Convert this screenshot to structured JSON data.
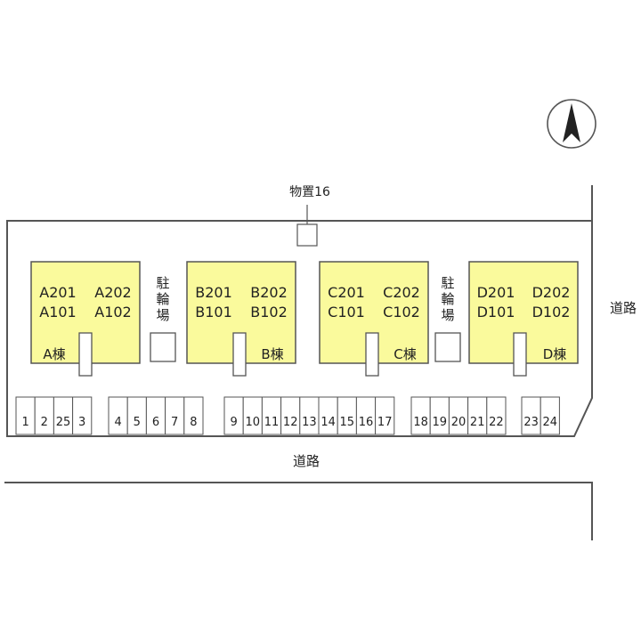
{
  "storage_label": "物置16",
  "road_right": "道路",
  "road_bottom": "道路",
  "bike_parking_label": "駐輪場",
  "colors": {
    "building_fill": "#fafa9c",
    "line": "#555555",
    "background": "#ffffff"
  },
  "buildings": [
    {
      "name": "A棟",
      "units": [
        "A201",
        "A202",
        "A101",
        "A102"
      ]
    },
    {
      "name": "B棟",
      "units": [
        "B201",
        "B202",
        "B101",
        "B102"
      ]
    },
    {
      "name": "C棟",
      "units": [
        "C201",
        "C202",
        "C101",
        "C102"
      ]
    },
    {
      "name": "D棟",
      "units": [
        "D201",
        "D202",
        "D101",
        "D102"
      ]
    }
  ],
  "parking_groups": [
    [
      "1",
      "2",
      "25",
      "3"
    ],
    [
      "4",
      "5",
      "6",
      "7",
      "8"
    ],
    [
      "9",
      "10",
      "11",
      "12",
      "13",
      "14",
      "15",
      "16",
      "17"
    ],
    [
      "18",
      "19",
      "20",
      "21",
      "22"
    ],
    [
      "23",
      "24"
    ]
  ],
  "north_icon": "north-arrow-icon"
}
